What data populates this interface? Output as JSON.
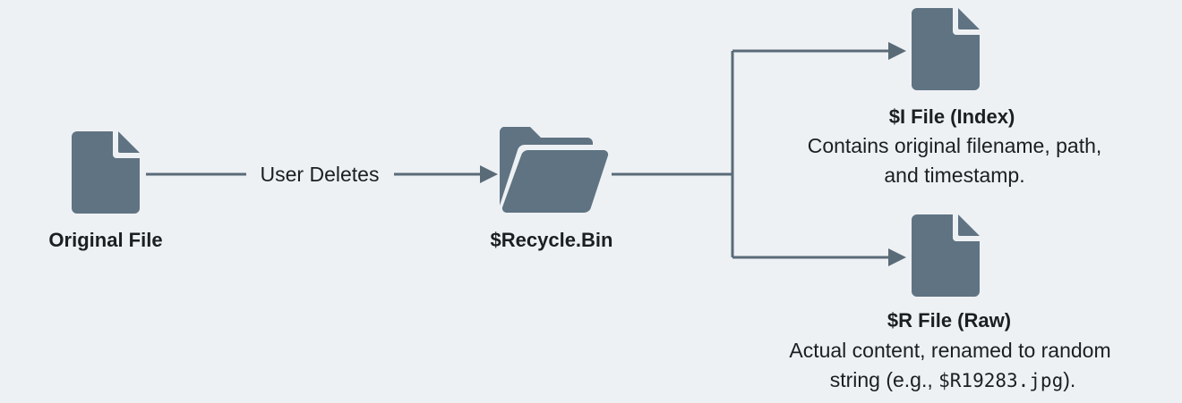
{
  "colors": {
    "background": "#eef1f4",
    "icon": "#5f7382",
    "line": "#5a6b78",
    "text": "#1c1f22"
  },
  "nodes": {
    "original": {
      "icon": "file-icon",
      "label": "Original File"
    },
    "recycle": {
      "icon": "folder-icon",
      "label": "$Recycle.Bin"
    },
    "index": {
      "icon": "file-icon",
      "label": "$I File (Index)",
      "desc_line1": "Contains original filename, path,",
      "desc_line2": "and timestamp."
    },
    "raw": {
      "icon": "file-icon",
      "label": "$R File (Raw)",
      "desc_line1": "Actual content, renamed to random",
      "desc_line2_prefix": "string (e.g., ",
      "desc_line2_code": "$R19283.jpg",
      "desc_line2_suffix": ")."
    }
  },
  "edges": {
    "delete_label": "User Deletes"
  }
}
